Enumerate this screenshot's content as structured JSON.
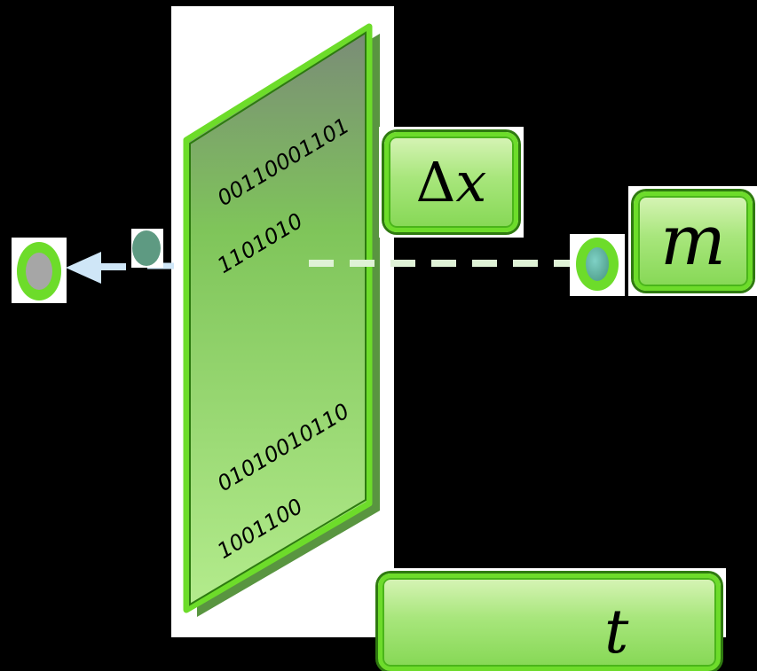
{
  "barrier": {
    "binary_top_line1": "00110001101",
    "binary_top_line2": "1101010",
    "binary_bottom_line1": "01010010110",
    "binary_bottom_line2": "1001100"
  },
  "labels": {
    "delta": "Δ",
    "x": "x",
    "mass": "m",
    "time": "t"
  },
  "colors": {
    "green_border": "#6ddc2a",
    "green_fill": "#a8e67c",
    "dash_color": "#dff2d6",
    "arrow_color": "#cfe6f7",
    "particle_gray": "#a6a6a6",
    "particle_teal": "#5e9a82"
  }
}
